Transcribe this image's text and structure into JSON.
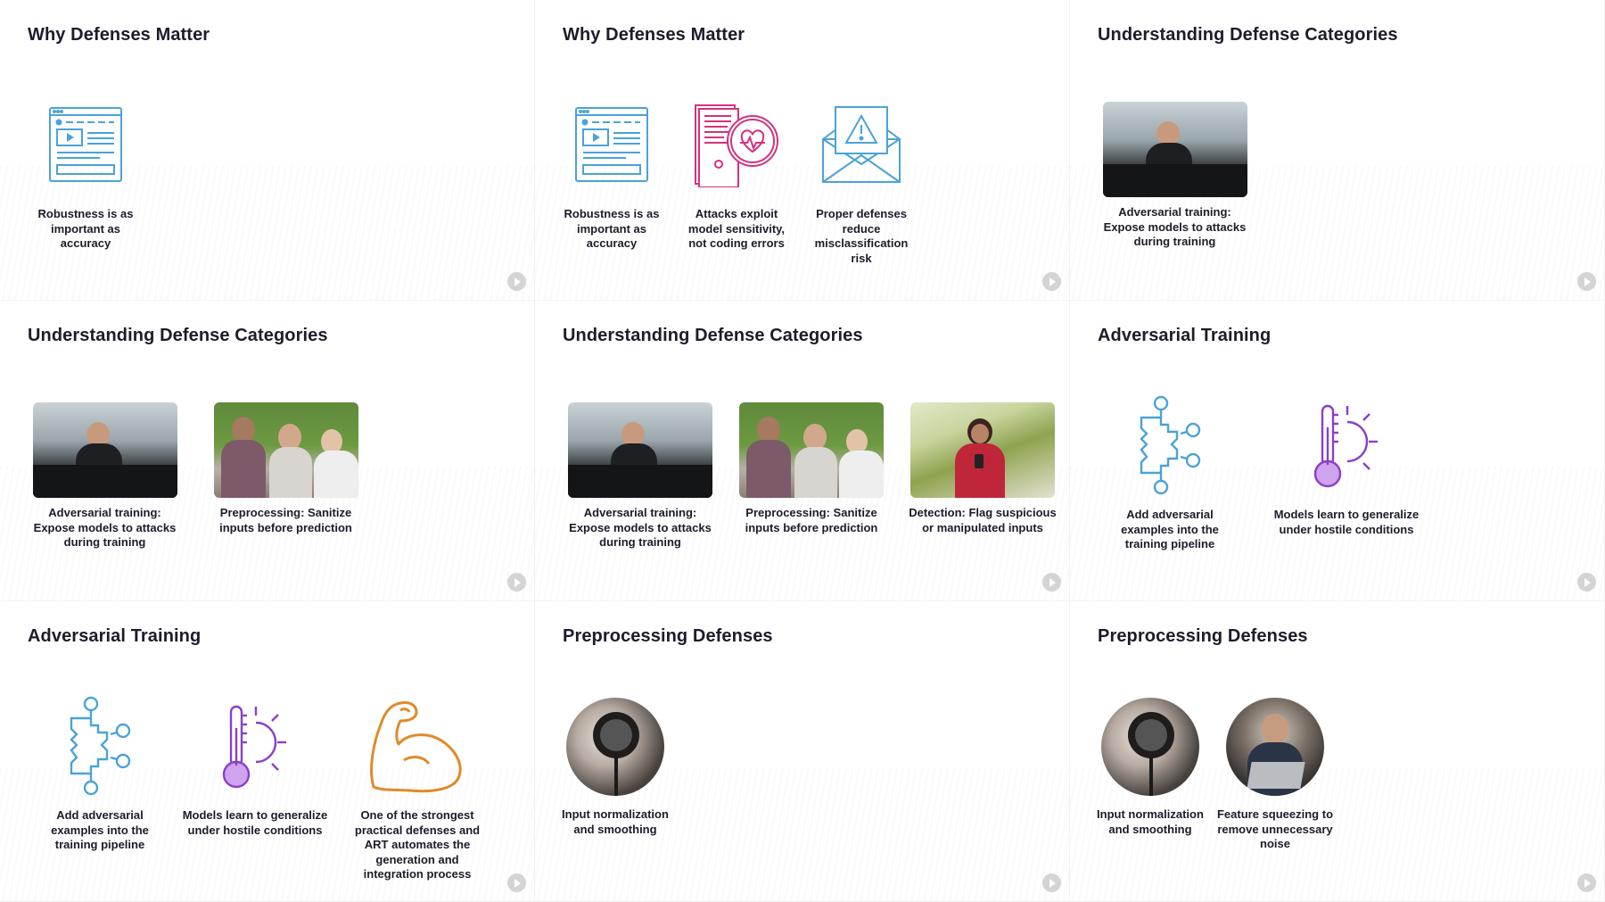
{
  "slides": [
    {
      "title": "Why Defenses Matter",
      "items": [
        {
          "icon": "webpage-video-icon",
          "caption": "Robustness is as important as accuracy"
        }
      ]
    },
    {
      "title": "Why Defenses Matter",
      "items": [
        {
          "icon": "webpage-video-icon",
          "caption": "Robustness is as important as accuracy"
        },
        {
          "icon": "heart-report-icon",
          "caption": "Attacks exploit model sensitivity, not coding errors"
        },
        {
          "icon": "warning-envelope-icon",
          "caption": "Proper defenses reduce misclassification risk"
        }
      ]
    },
    {
      "title": "Understanding Defense Categories",
      "items": [
        {
          "photo": "office-photo",
          "caption": "Adversarial training: Expose models to attacks during training"
        }
      ]
    },
    {
      "title": "Understanding Defense Categories",
      "items": [
        {
          "photo": "office-photo",
          "caption": "Adversarial training: Expose models to attacks during training"
        },
        {
          "photo": "group-photo",
          "caption": "Preprocessing: Sanitize inputs before prediction"
        }
      ]
    },
    {
      "title": "Understanding Defense Categories",
      "items": [
        {
          "photo": "office-photo",
          "caption": "Adversarial training: Expose models to attacks during training"
        },
        {
          "photo": "group-photo",
          "caption": "Preprocessing: Sanitize inputs before prediction"
        },
        {
          "photo": "phone-photo",
          "caption": "Detection: Flag suspicious or manipulated inputs"
        }
      ]
    },
    {
      "title": "Adversarial Training",
      "items": [
        {
          "icon": "gear-network-icon",
          "caption": "Add adversarial examples into the training pipeline"
        },
        {
          "icon": "thermometer-sun-icon",
          "caption": "Models learn to generalize under hostile conditions"
        }
      ]
    },
    {
      "title": "Adversarial Training",
      "items": [
        {
          "icon": "gear-network-icon",
          "caption": "Add adversarial examples into the training pipeline"
        },
        {
          "icon": "thermometer-sun-icon",
          "caption": "Models learn to generalize under hostile conditions"
        },
        {
          "icon": "flexed-arm-icon",
          "caption": "One of the strongest practical defenses and ART automates the generation and integration process"
        }
      ]
    },
    {
      "title": "Preprocessing Defenses",
      "items": [
        {
          "photo": "microphone-photo",
          "caption": "Input normalization and smoothing"
        }
      ]
    },
    {
      "title": "Preprocessing Defenses",
      "items": [
        {
          "photo": "microphone-photo",
          "caption": "Input normalization and smoothing"
        },
        {
          "photo": "laptop-photo",
          "caption": "Feature squeezing to remove unnecessary noise"
        }
      ]
    }
  ],
  "colors": {
    "icon_blue": "#4aa3d8",
    "icon_magenta": "#d6307e",
    "icon_purple": "#8a3fc9",
    "icon_orange": "#e08a2a",
    "title_text": "#1c1c2b"
  }
}
